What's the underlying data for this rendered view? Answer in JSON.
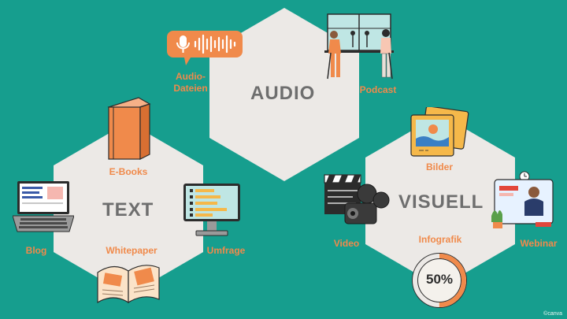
{
  "hexagons": {
    "audio": "AUDIO",
    "text": "TEXT",
    "visuell": "VISUELL"
  },
  "labels": {
    "audio_dateien": "Audio-\nDateien",
    "podcast": "Podcast",
    "ebooks": "E-Books",
    "blog": "Blog",
    "whitepaper": "Whitepaper",
    "umfrage": "Umfrage",
    "bilder": "Bilder",
    "video": "Video",
    "infografik": "Infografik",
    "webinar": "Webinar"
  },
  "infografik_percent": "50%",
  "infografik_progress": 0.5,
  "credit": "©canva",
  "colors": {
    "background": "#169e8e",
    "hexagon": "#ece9e6",
    "accent": "#f08a4b",
    "heading": "#6e6e6e"
  },
  "icons": [
    "microphone-wave-icon",
    "podcast-scene-icon",
    "book-icon",
    "laptop-icon",
    "open-book-icon",
    "survey-monitor-icon",
    "photos-icon",
    "clapperboard-camera-icon",
    "webinar-icon",
    "progress-circle-icon"
  ]
}
